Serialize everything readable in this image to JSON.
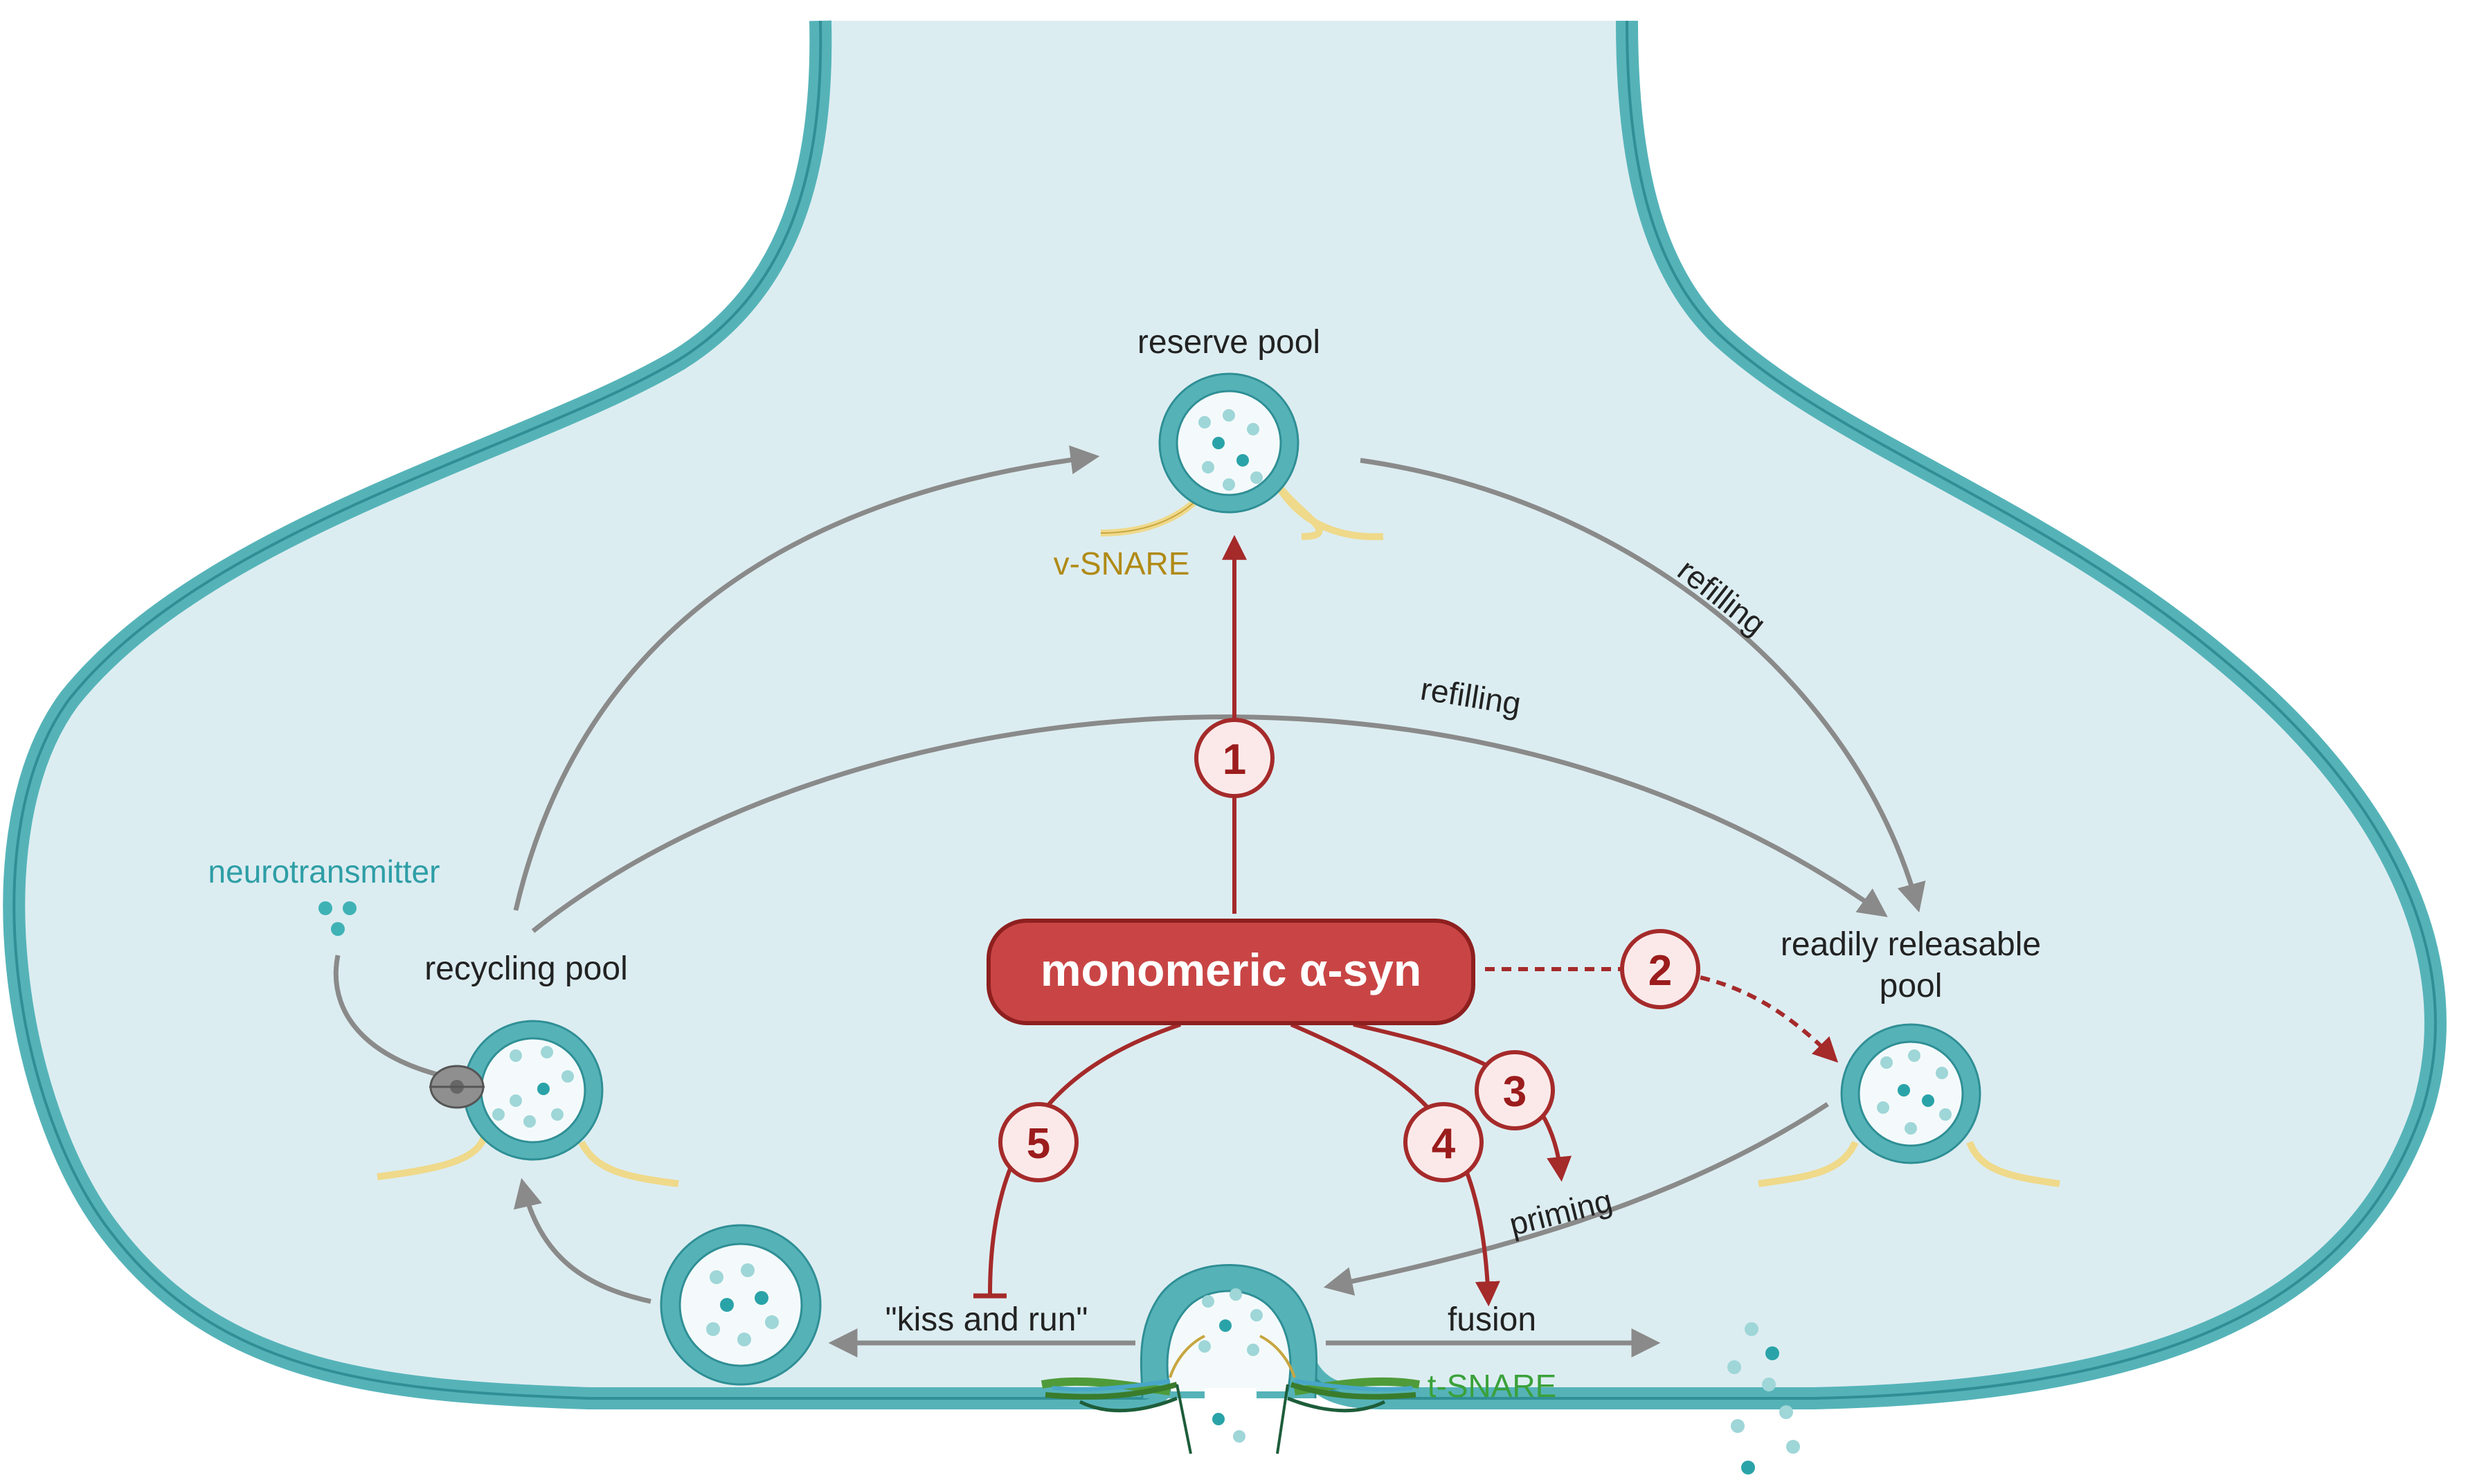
{
  "labels": {
    "reserve_pool": "reserve pool",
    "v_snare": "v-SNARE",
    "refilling_top": "refilling",
    "refilling_mid": "refilling",
    "neurotransmitter": "neurotransmitter",
    "recycling_pool": "recycling pool",
    "readily_releasable_line1": "readily releasable",
    "readily_releasable_line2": "pool",
    "priming": "priming",
    "kiss_and_run": "\"kiss and run\"",
    "fusion": "fusion",
    "t_snare": "t-SNARE"
  },
  "center": {
    "label": "monomeric α-syn"
  },
  "steps": [
    "1",
    "2",
    "3",
    "4",
    "5"
  ],
  "colors": {
    "cytoplasm": "#dcedf1",
    "membrane": "#55b3b8",
    "membrane_dark": "#2f8f95",
    "red": "#a52a2a",
    "center_fill": "#c94545",
    "gray_arrow": "#8a8a8a",
    "v_snare_text": "#b08a16",
    "t_snare_text": "#3aa13a",
    "neuro_text": "#2e9ea6"
  }
}
